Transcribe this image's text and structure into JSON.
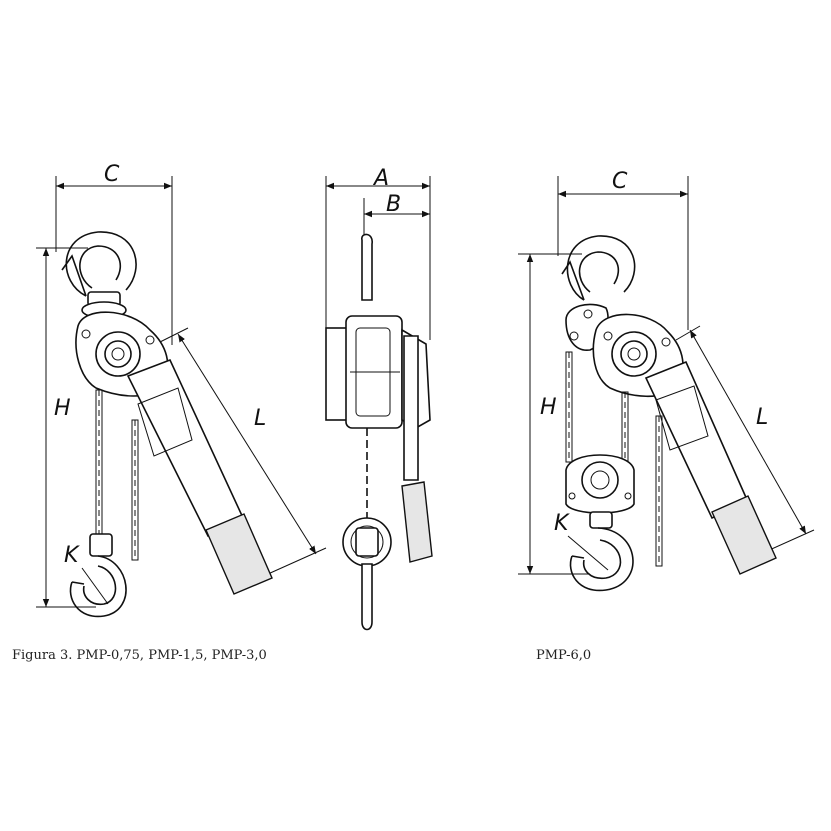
{
  "dimension_labels": {
    "left_view": {
      "c": "C",
      "h": "H",
      "l": "L",
      "k": "K"
    },
    "side_view": {
      "a": "A",
      "b": "B"
    },
    "right_view": {
      "c": "C",
      "h": "H",
      "l": "L",
      "k": "K"
    }
  },
  "captions": {
    "left": "Figura 3. PMP-0,75, PMP-1,5, PMP-3,0",
    "right": "PMP-6,0"
  },
  "icons": {
    "left_view": "lever-hoist-front-view",
    "side_view": "lever-hoist-side-view",
    "right_view": "lever-hoist-pmp-6-front-view"
  }
}
